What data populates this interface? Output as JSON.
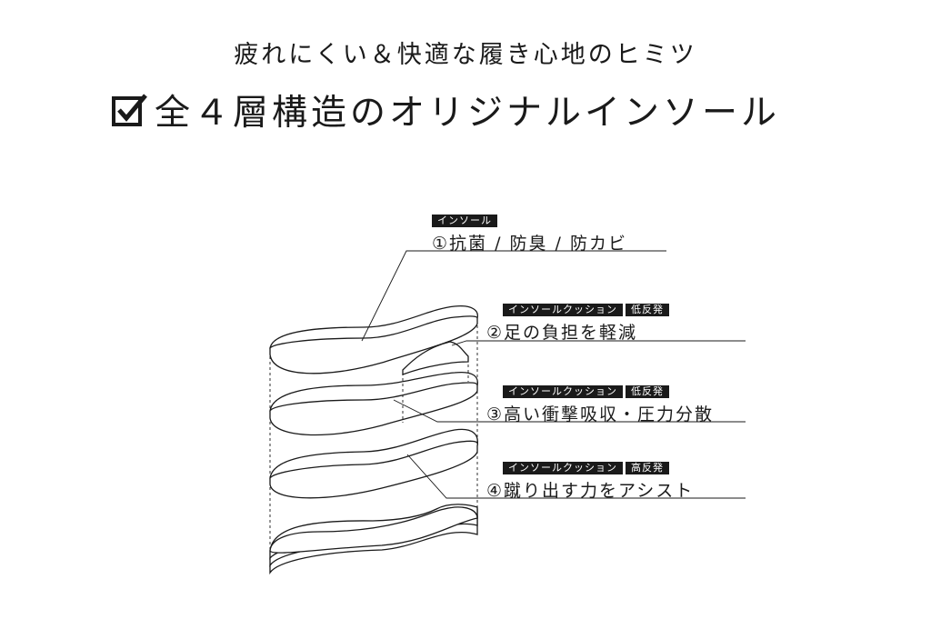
{
  "header": {
    "subtitle": "疲れにくい＆快適な履き心地のヒミツ",
    "title": "全４層構造のオリジナルインソール"
  },
  "layers": [
    {
      "tags": [
        "インソール"
      ],
      "text": "①抗菌 / 防臭 / 防カビ"
    },
    {
      "tags": [
        "インソールクッション",
        "低反発"
      ],
      "text": "②足の負担を軽減"
    },
    {
      "tags": [
        "インソールクッション",
        "低反発"
      ],
      "text": "③高い衝撃吸収・圧力分散"
    },
    {
      "tags": [
        "インソールクッション",
        "高反発"
      ],
      "text": "④蹴り出す力をアシスト"
    }
  ]
}
